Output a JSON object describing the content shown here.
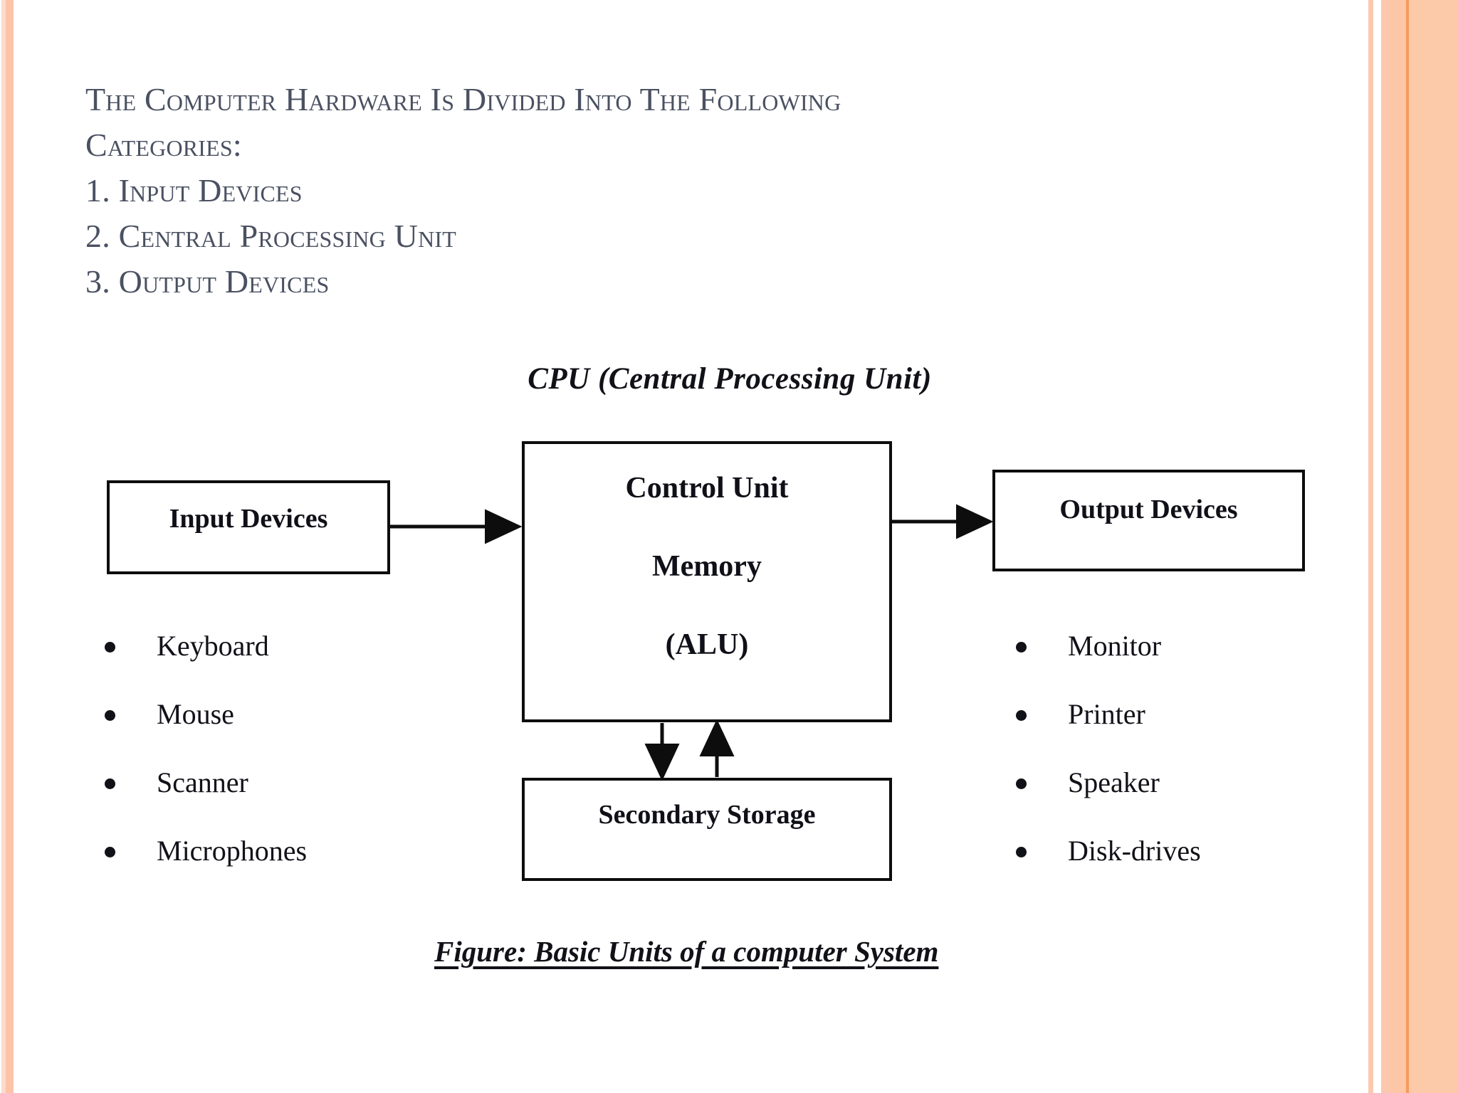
{
  "slide": {
    "background_color": "#ffffff",
    "text_color": "#4a5161",
    "diagram_color": "#111118",
    "accent_colors": {
      "border_peach_light": "#fbdccd",
      "border_peach": "#fcc3a7",
      "border_orange_line": "#f79a5c"
    }
  },
  "heading": {
    "line1": "The Computer Hardware Is Divided Into The",
    "line2": "Categories:",
    "line3": "1. Input Devices",
    "line4": "2. Central Processing Unit",
    "line5": "3. Output Devices",
    "following_word": "Following"
  },
  "diagram": {
    "cpu_caption": "CPU (Central Processing Unit)",
    "input_box_label": "Input Devices",
    "output_box_label": "Output Devices",
    "storage_box_label": "Secondary Storage",
    "cpu_box": {
      "line1": "Control Unit",
      "line2": "Memory",
      "line3": "(ALU)"
    },
    "figure_caption": "Figure: Basic Units of a computer System"
  },
  "input_devices": [
    {
      "label": "Keyboard"
    },
    {
      "label": "Mouse"
    },
    {
      "label": "Scanner"
    },
    {
      "label": "Microphones"
    }
  ],
  "output_devices": [
    {
      "label": "Monitor"
    },
    {
      "label": "Printer"
    },
    {
      "label": "Speaker"
    },
    {
      "label": "Disk-drives"
    }
  ]
}
